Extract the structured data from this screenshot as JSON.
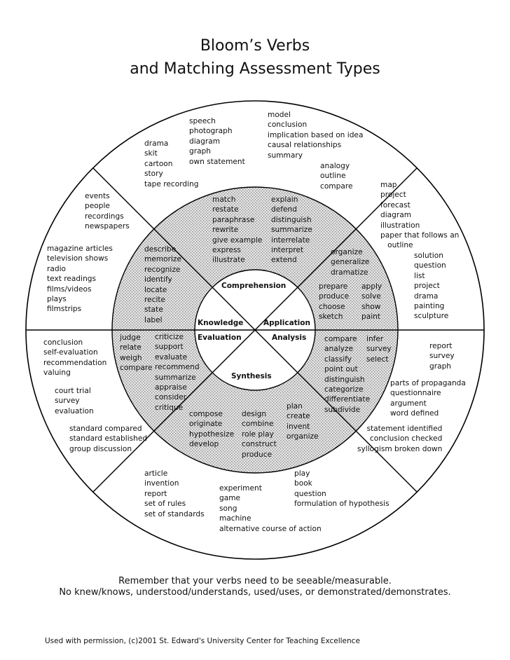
{
  "title_line1": "Bloom’s Verbs",
  "title_line2": "and Matching Assessment Types",
  "categories": {
    "comprehension": "Comprehension",
    "knowledge": "Knowledge",
    "application": "Application",
    "evaluation": "Evaluation",
    "analysis": "Analysis",
    "synthesis": "Synthesis"
  },
  "verbs": {
    "comprehension_a": [
      "match",
      "restate",
      "paraphrase",
      "rewrite",
      "give example",
      "express",
      "illustrate"
    ],
    "comprehension_b": [
      "explain",
      "defend",
      "distinguish",
      "summarize",
      "interrelate",
      "interpret",
      "extend"
    ],
    "knowledge": [
      "describe",
      "memorize",
      "recognize",
      "identify",
      "locate",
      "recite",
      "state",
      "label"
    ],
    "application_a": [
      "organize",
      "generalize",
      "dramatize"
    ],
    "application_b": [
      "prepare",
      "produce",
      "choose",
      "sketch"
    ],
    "application_c": [
      "apply",
      "solve",
      "show",
      "paint"
    ],
    "evaluation_a": [
      "judge",
      "relate",
      "weigh",
      "compare"
    ],
    "evaluation_b": [
      "criticize",
      "support",
      "evaluate",
      "recommend",
      "summarize",
      "appraise",
      "consider",
      "critique"
    ],
    "analysis_a": [
      "compare",
      "analyze",
      "classify",
      "point out",
      "distinguish",
      "categorize",
      "differentiate",
      "subdivide"
    ],
    "analysis_b": [
      "infer",
      "survey",
      "select"
    ],
    "synthesis_a": [
      "compose",
      "originate",
      "hypothesize",
      "develop"
    ],
    "synthesis_b": [
      "design",
      "combine",
      "role play",
      "construct",
      "produce"
    ],
    "synthesis_c": [
      "plan",
      "create",
      "invent",
      "organize"
    ]
  },
  "assessments": {
    "top_1": [
      "drama",
      "skit",
      "cartoon",
      "story",
      "tape recording"
    ],
    "top_2": [
      "speech",
      "photograph",
      "diagram",
      "graph",
      "own statement"
    ],
    "top_3": [
      "model",
      "conclusion",
      "implication based on idea",
      "causal relationships",
      "summary"
    ],
    "top_4": [
      "analogy",
      "outline",
      "compare"
    ],
    "upper_left_1": [
      "events",
      "people",
      "recordings",
      "newspapers"
    ],
    "upper_left_2": [
      "magazine articles",
      "television shows",
      "radio",
      "text readings",
      "films/videos",
      "plays",
      "filmstrips"
    ],
    "upper_right_1": [
      "map",
      "project",
      "forecast",
      "diagram",
      "illustration",
      "paper that follows an",
      "   outline"
    ],
    "upper_right_2": [
      "solution",
      "question",
      "list",
      "project",
      "drama",
      "painting",
      "sculpture"
    ],
    "lower_left_1": [
      "conclusion",
      "self-evaluation",
      "recommendation",
      "valuing"
    ],
    "lower_left_2": [
      "court trial",
      "survey",
      "evaluation"
    ],
    "lower_left_3": [
      "standard compared",
      "standard established",
      "group discussion"
    ],
    "lower_right_1": [
      "report",
      "survey",
      "graph"
    ],
    "lower_right_2": [
      "parts of propaganda",
      "questionnaire",
      "argument",
      "word defined"
    ],
    "lower_right_3": [
      "statement identified",
      "conclusion checked",
      "syllogism broken down"
    ],
    "bottom_1": [
      "article",
      "invention",
      "report",
      "set of rules",
      "set of standards"
    ],
    "bottom_2": [
      "experiment",
      "game",
      "song",
      "machine",
      "alternative course of action"
    ],
    "bottom_3": [
      "play",
      "book",
      "question",
      "formulation of hypothesis"
    ]
  },
  "note_line1": "Remember that your verbs need to be seeable/measurable.",
  "note_line2": "No knew/knows, understood/understands, used/uses, or demonstrated/demonstrates.",
  "credit": "Used with permission, (c)2001 St. Edward's University Center for Teaching Excellence",
  "colors": {
    "ring_fill": "#d9d9d9",
    "line": "#000000",
    "background": "#ffffff"
  }
}
